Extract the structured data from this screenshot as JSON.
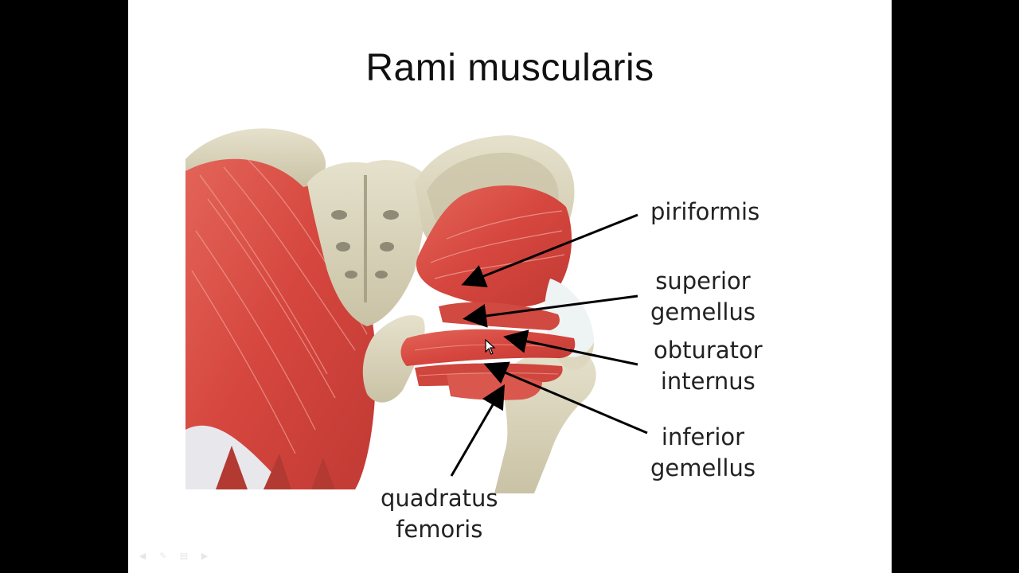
{
  "slide": {
    "title": "Rami muscularis"
  },
  "labels": {
    "piriformis": [
      "piriformis"
    ],
    "superior_gemellus": [
      "superior",
      "gemellus"
    ],
    "obturator_internus": [
      "obturator",
      "internus"
    ],
    "inferior_gemellus": [
      "inferior",
      "gemellus"
    ],
    "quadratus_femoris": [
      "quadratus",
      "femoris"
    ]
  },
  "colors": {
    "muscle": "#d9534a",
    "muscle_light": "#ee8a7f",
    "bone": "#d8d2b8",
    "tendon": "#e8eef0",
    "arrow": "#000000"
  },
  "controls": {
    "icons": [
      "prev-icon",
      "pen-icon",
      "menu-icon",
      "next-icon"
    ]
  }
}
